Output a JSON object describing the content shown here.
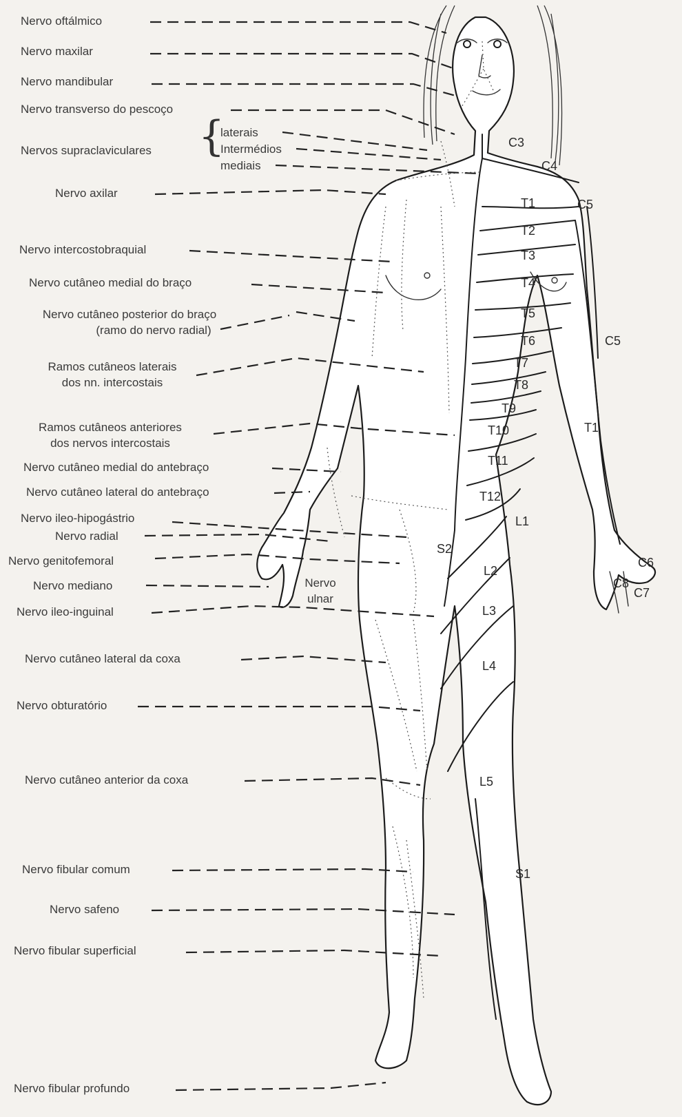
{
  "nerves": {
    "oftalmico": "Nervo oftálmico",
    "maxilar": "Nervo maxilar",
    "mandibular": "Nervo mandibular",
    "transverso": "Nervo transverso do pescoço",
    "supraclaviculares": "Nervos supraclaviculares",
    "laterais": "laterais",
    "intermedios": "Intermédios",
    "mediais": "mediais",
    "axilar": "Nervo axilar",
    "intercostobraquial": "Nervo intercostobraquial",
    "cutaneo_medial_braco": "Nervo cutâneo medial do braço",
    "cutaneo_posterior_braco": "Nervo cutâneo posterior do braço",
    "ramo_radial": "(ramo do nervo radial)",
    "ramos_laterais_1": "Ramos cutâneos laterais",
    "ramos_laterais_2": "dos nn. intercostais",
    "ramos_anteriores_1": "Ramos cutâneos anteriores",
    "ramos_anteriores_2": "dos nervos intercostais",
    "cutaneo_medial_antebraco": "Nervo cutâneo medial do antebraço",
    "cutaneo_lateral_antebraco": "Nervo cutâneo lateral do antebraço",
    "ileo_hipogastrio": "Nervo ileo-hipogástrio",
    "radial": "Nervo radial",
    "genitofemoral": "Nervo genitofemoral",
    "mediano": "Nervo mediano",
    "ulnar_1": "Nervo",
    "ulnar_2": "ulnar",
    "ileo_inguinal": "Nervo ileo-inguinal",
    "cutaneo_lateral_coxa": "Nervo cutâneo lateral da coxa",
    "obturatorio": "Nervo obturatório",
    "cutaneo_anterior_coxa": "Nervo cutâneo anterior da coxa",
    "fibular_comum": "Nervo fibular comum",
    "safeno": "Nervo safeno",
    "fibular_superficial": "Nervo fibular superficial",
    "fibular_profundo": "Nervo fibular profundo"
  },
  "dermatomes": {
    "c3": "C3",
    "c4": "C4",
    "c5": "C5",
    "c5b": "C5",
    "c6": "C6",
    "c7": "C7",
    "c8": "C8",
    "t1": "T1",
    "t1b": "T1",
    "t2": "T2",
    "t3": "T3",
    "t4": "T4",
    "t5": "T5",
    "t6": "T6",
    "t7": "T7",
    "t8": "T8",
    "t9": "T9",
    "t10": "T10",
    "t11": "T11",
    "t12": "T12",
    "l1": "L1",
    "l2": "L2",
    "l3": "L3",
    "l4": "L4",
    "l5": "L5",
    "s1": "S1",
    "s2": "S2"
  },
  "colors": {
    "ink": "#1c1c1c",
    "paper": "#f4f2ee",
    "body": "#ffffff"
  }
}
